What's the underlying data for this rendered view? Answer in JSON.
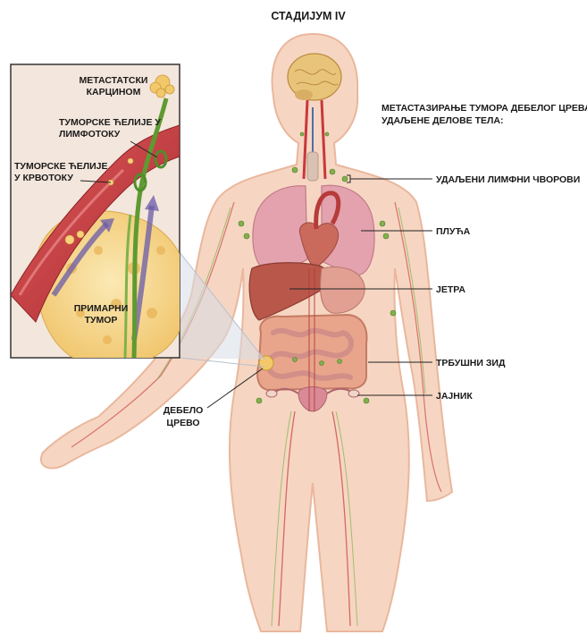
{
  "title": "СТАДИЈУМ IV",
  "description": [
    "МЕТАСТАЗИРАЊЕ ТУМОРА ДЕБЕЛОГ ЦРЕВА У",
    "УДАЉЕНЕ ДЕЛОВЕ ТЕЛА:"
  ],
  "body_labels": {
    "lymph_nodes": "УДАЉЕНИ ЛИМФНИ ЧВОРОВИ",
    "lungs": "ПЛУЋА",
    "liver": "ЈЕТРА",
    "abdominal_wall": "ТРБУШНИ ЗИД",
    "ovary": "ЈАЈНИК",
    "colon": [
      "ДЕБЕЛО",
      "ЦРЕВО"
    ]
  },
  "inset_labels": {
    "metastatic": [
      "МЕТАСТАТСКИ",
      "КАРЦИНОМ"
    ],
    "lymph_cells": [
      "ТУМОРСКЕ ЋЕЛИЈЕ У",
      "ЛИМФОТОКУ"
    ],
    "blood_cells": [
      "ТУМОРСКЕ ЋЕЛИЈЕ",
      "У КРВОТОКУ"
    ],
    "primary": [
      "ПРИМАРНИ",
      "ТУМОР"
    ]
  },
  "colors": {
    "skin": "#f6d6c2",
    "skin_edge": "#e9b79d",
    "lung": "#e3a2ae",
    "liver": "#b9574b",
    "intestine": "#e8a58c",
    "lymph": "#7fb24a",
    "vessel": "#c8383c",
    "tumor": "#f2c86a"
  }
}
